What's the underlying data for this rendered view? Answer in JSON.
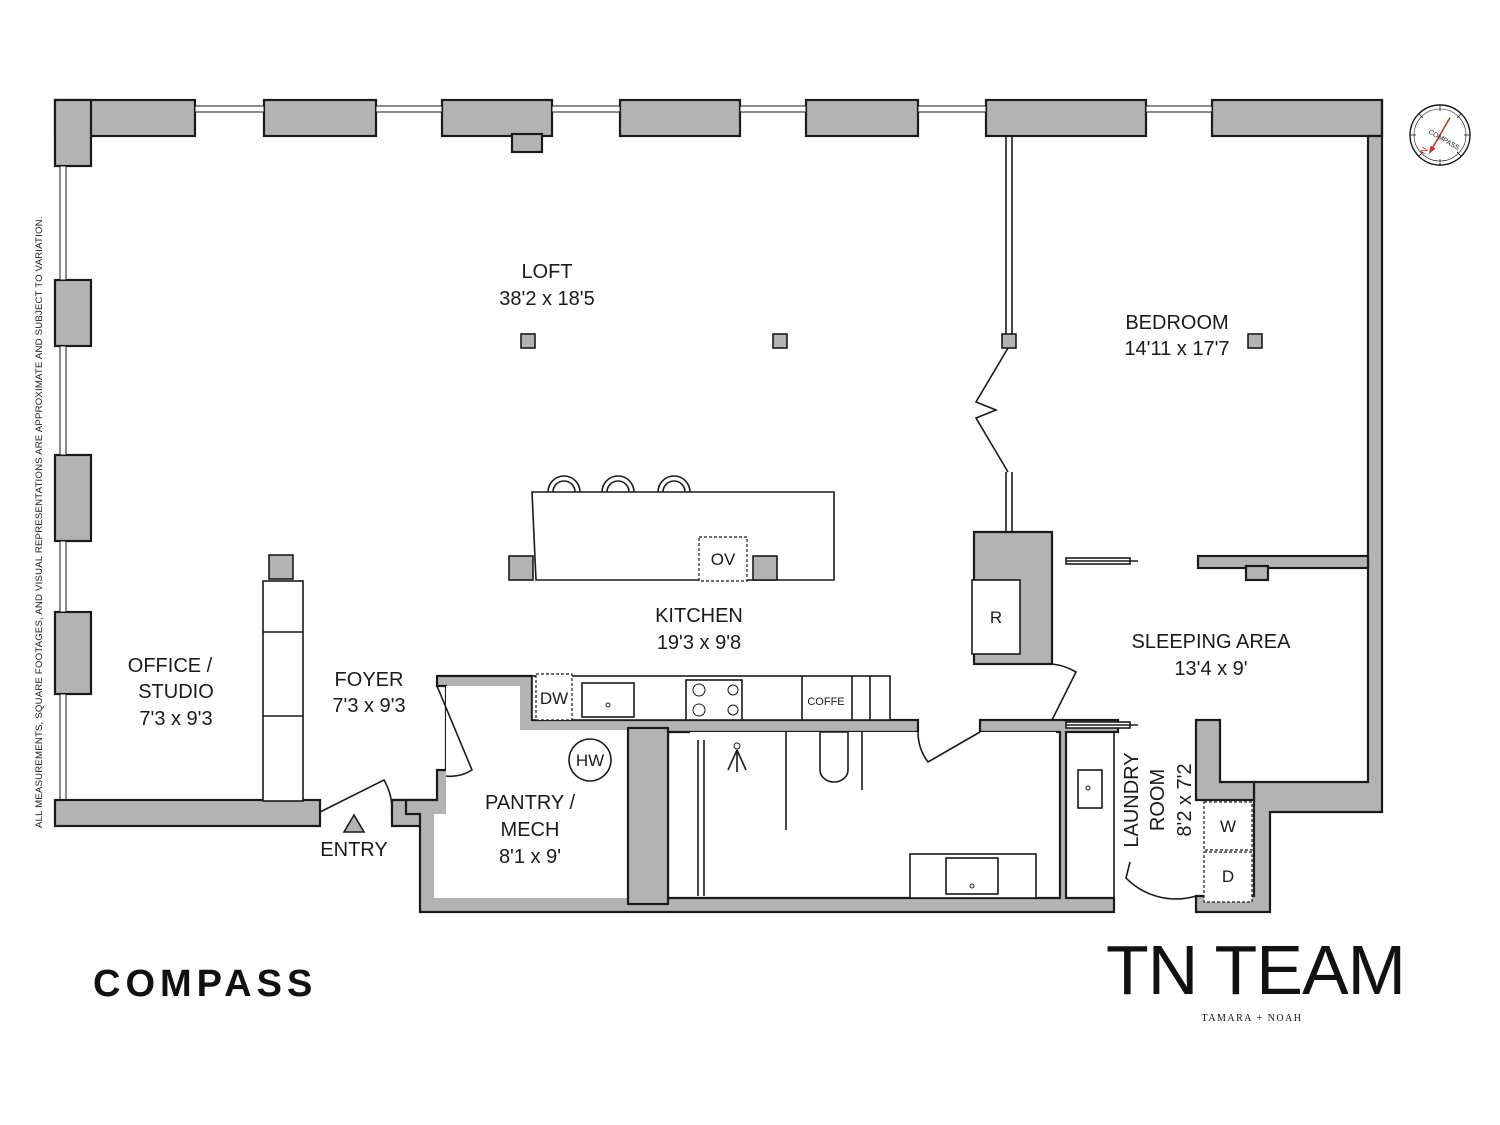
{
  "disclaimer": "ALL MEASUREMENTS, SQUARE FOOTAGES, AND VISUAL REPRESENTATIONS ARE APPROXIMATE AND SUBJECT TO VARIATION.",
  "compass": {
    "label": "COMPASS",
    "north": "N"
  },
  "rooms": {
    "loft": {
      "name": "LOFT",
      "dims": "38'2 x 18'5"
    },
    "bedroom": {
      "name": "BEDROOM",
      "dims": "14'11 x 17'7"
    },
    "kitchen": {
      "name": "KITCHEN",
      "dims": "19'3 x 9'8"
    },
    "sleeping_area": {
      "name": "SLEEPING AREA",
      "dims": "13'4 x 9'"
    },
    "office": {
      "name_line1": "OFFICE /",
      "name_line2": "STUDIO",
      "dims": "7'3 x 9'3"
    },
    "foyer": {
      "name": "FOYER",
      "dims": "7'3 x 9'3"
    },
    "pantry": {
      "name_line1": "PANTRY /",
      "name_line2": "MECH",
      "dims": "8'1 x 9'"
    },
    "laundry": {
      "name_line1": "LAUNDRY",
      "name_line2": "ROOM",
      "dims": "8'2 x 7'2"
    }
  },
  "fixtures": {
    "oven": "OV",
    "refrigerator": "R",
    "dishwasher": "DW",
    "coffee": "COFFE",
    "water_heater": "HW",
    "washer": "W",
    "dryer": "D"
  },
  "entry_label": "ENTRY",
  "branding": {
    "compass_logo": "COMPASS",
    "team_name": "TN TEAM",
    "team_sub": "TAMARA + NOAH"
  }
}
